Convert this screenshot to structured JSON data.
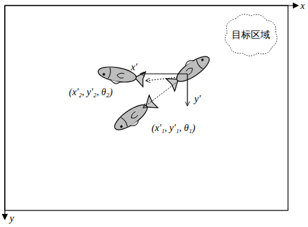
{
  "diagram": {
    "nodes": [
      {
        "text": [
          "目标区域"
        ]
      }
    ],
    "labels": [
      "x",
      "y",
      "x′",
      "y′",
      "(x′₂, y′₂, θ₂)",
      "(x′₁, y′₁, θ₁)"
    ]
  }
}
